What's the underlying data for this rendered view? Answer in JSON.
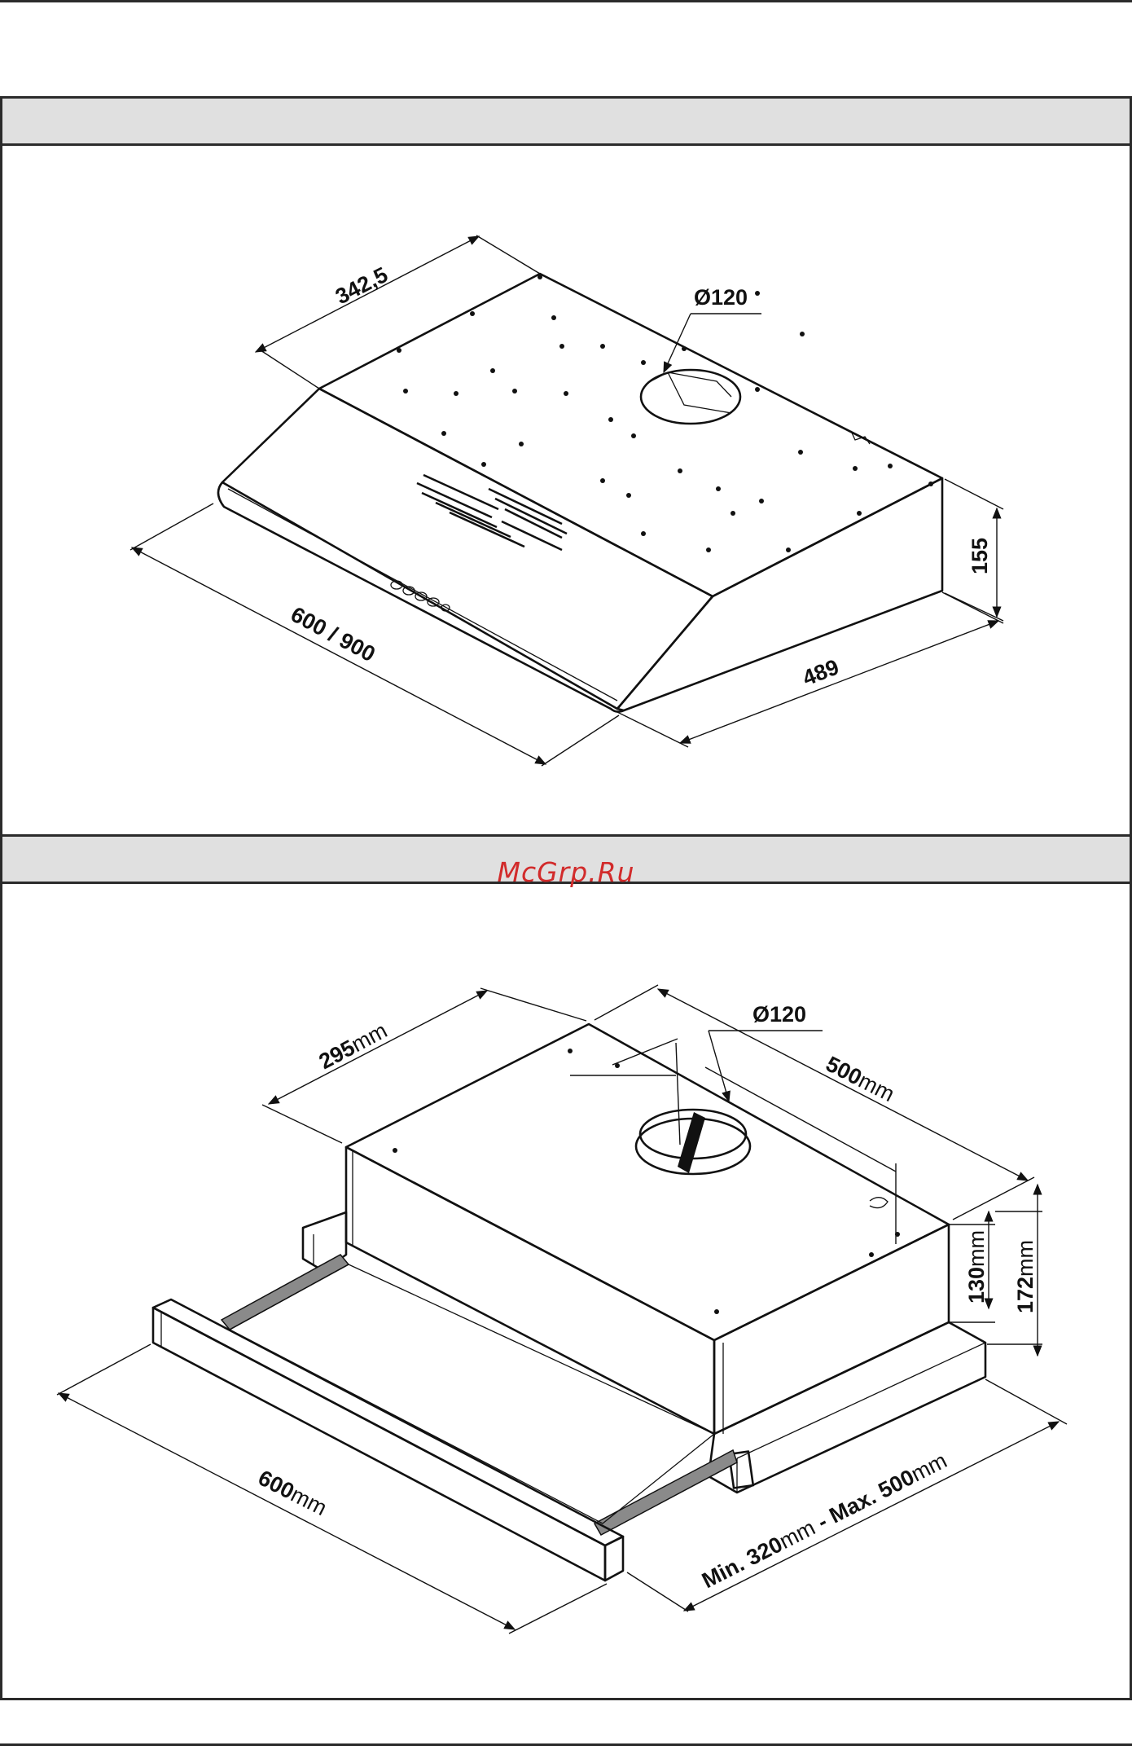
{
  "watermark": "McGrp.Ru",
  "figure_top": {
    "dims": {
      "depth_top": "342,5",
      "duct": "Ø120",
      "height": "155",
      "depth": "489",
      "width": "600 / 900"
    }
  },
  "figure_bottom": {
    "dims": {
      "depth_top_value": "295",
      "depth_top_unit": "mm",
      "duct": "Ø120",
      "depth_value": "500",
      "depth_unit": "mm",
      "height_inner_value": "130",
      "height_inner_unit": "mm",
      "height_outer_value": "172",
      "height_outer_unit": "mm",
      "width_value": "600",
      "width_unit": "mm",
      "extension_prefix": "Min. ",
      "extension_min_value": "320",
      "extension_min_unit": "mm",
      "extension_sep": " - Max. ",
      "extension_max_value": "500",
      "extension_max_unit": "mm"
    }
  }
}
